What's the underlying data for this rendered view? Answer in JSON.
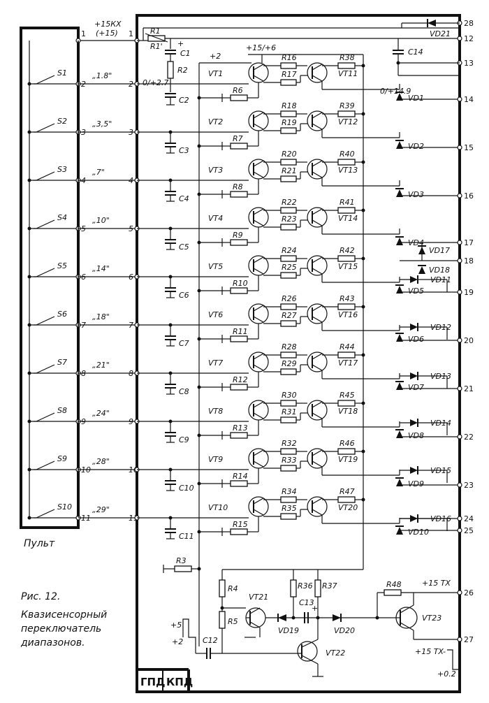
{
  "title": {
    "number": "Рис. 12.",
    "line1": "Квазисенсорный",
    "line2": "переключатель",
    "line3": "диапазонов."
  },
  "panel_label": "Пульт",
  "block_labels": [
    "ГПД",
    "КПД"
  ],
  "top_supply": {
    "line1": "+15КХ",
    "line2": "(+15)"
  },
  "supply_16": "+15/+6",
  "supply_2": "+2",
  "gate_level": "0/+2.7",
  "diode_level": "0/+14.9",
  "tx_supply": "+15 TX",
  "tx_supply_bottom": "+15 TX-",
  "tx_level_low": "+0.2",
  "pulse_high": "+5",
  "pulse_low": "+2",
  "bands": [
    {
      "sw": "S1",
      "pin": "2",
      "band": "„1.8\""
    },
    {
      "sw": "S2",
      "pin": "3",
      "band": "„3,5\""
    },
    {
      "sw": "S3",
      "pin": "4",
      "band": "„7\""
    },
    {
      "sw": "S4",
      "pin": "5",
      "band": "„10\""
    },
    {
      "sw": "S5",
      "pin": "6",
      "band": "„14\""
    },
    {
      "sw": "S6",
      "pin": "7",
      "band": "„18\""
    },
    {
      "sw": "S7",
      "pin": "8",
      "band": "„21\""
    },
    {
      "sw": "S8",
      "pin": "9",
      "band": "„24\""
    },
    {
      "sw": "S9",
      "pin": "10",
      "band": "„28\""
    },
    {
      "sw": "S10",
      "pin": "11",
      "band": "„29\""
    }
  ],
  "outputs": [
    "14",
    "15",
    "16",
    "17",
    "18",
    "19",
    "20",
    "21",
    "22",
    "23",
    "24",
    "25"
  ],
  "right_pins_top": [
    "28",
    "12",
    "13"
  ],
  "right_pins_bottom": [
    "26",
    "27"
  ],
  "stage_caps": [
    "C2",
    "C3",
    "C4",
    "C5",
    "C6",
    "C7",
    "C8",
    "C9",
    "C10",
    "C11"
  ],
  "vt_left": [
    "VT1",
    "VT2",
    "VT3",
    "VT4",
    "VT5",
    "VT6",
    "VT7",
    "VT8",
    "VT9",
    "VT10"
  ],
  "vt_right": [
    "VT11",
    "VT12",
    "VT13",
    "VT14",
    "VT15",
    "VT16",
    "VT17",
    "VT18",
    "VT19",
    "VT20"
  ],
  "r_base_left": [
    "R6",
    "R7",
    "R8",
    "R9",
    "R10",
    "R11",
    "R12",
    "R13",
    "R14",
    "R15"
  ],
  "r_pairs": [
    [
      "R16",
      "R17"
    ],
    [
      "R18",
      "R19"
    ],
    [
      "R20",
      "R21"
    ],
    [
      "R22",
      "R23"
    ],
    [
      "R24",
      "R25"
    ],
    [
      "R26",
      "R27"
    ],
    [
      "R28",
      "R29"
    ],
    [
      "R30",
      "R31"
    ],
    [
      "R32",
      "R33"
    ],
    [
      "R34",
      "R35"
    ]
  ],
  "r_right": [
    "R38",
    "R39",
    "R40",
    "R41",
    "R42",
    "R43",
    "R44",
    "R45",
    "R46",
    "R47"
  ],
  "vd_col": [
    "VD1",
    "VD2",
    "VD3",
    "VD4",
    "VD5",
    "VD6",
    "VD7",
    "VD8",
    "VD9",
    "VD10"
  ],
  "vd_right": [
    "VD17",
    "VD18",
    "VD11",
    "VD12",
    "VD13",
    "VD14",
    "VD15",
    "VD16"
  ],
  "top_parts": {
    "r1": "R1",
    "r1b": "R1'",
    "c1": "C1",
    "r2": "R2",
    "c14": "C14",
    "vd21": "VD21"
  },
  "bottom_parts": {
    "r3": "R3",
    "r4": "R4",
    "r5": "R5",
    "r36": "R36",
    "r37": "R37",
    "r48": "R48",
    "c12": "C12",
    "c13": "C13",
    "vt21": "VT21",
    "vt22": "VT22",
    "vt23": "VT23",
    "vd19": "VD19",
    "vd20": "VD20"
  }
}
